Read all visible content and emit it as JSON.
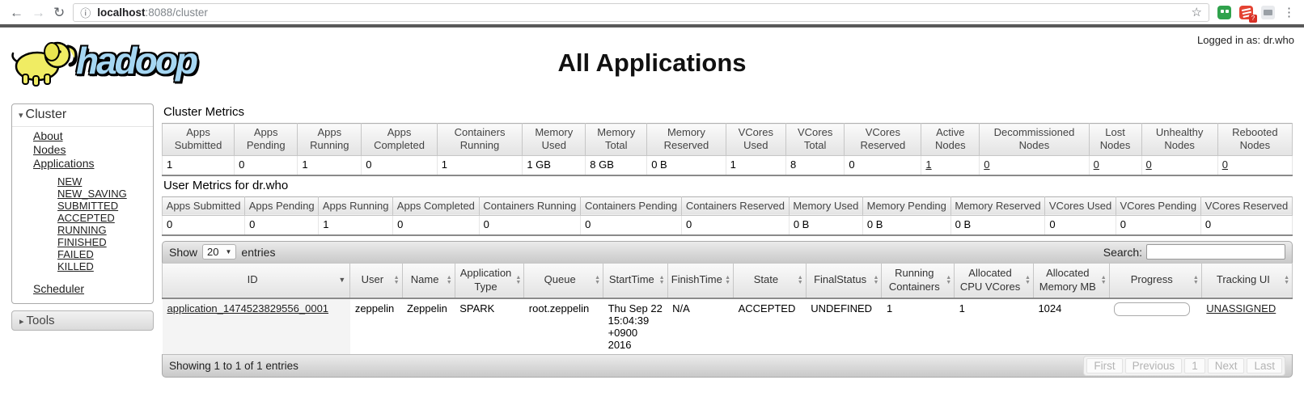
{
  "browser": {
    "url_host": "localhost",
    "url_path": ":8088/cluster",
    "ext_badge": "?"
  },
  "icons": {
    "back": "←",
    "forward": "→",
    "refresh": "↻",
    "info": "ⓘ",
    "star": "☆",
    "menu": "⋮",
    "collapse": "▾",
    "expand": "▸",
    "sort_desc": "▼",
    "sort_asc": "▲",
    "select_arrow": "▼"
  },
  "header": {
    "logo_text": "hadoop",
    "title": "All Applications",
    "logged_in": "Logged in as: dr.who"
  },
  "sidebar": {
    "cluster_section": "Cluster",
    "cluster_links": [
      "About",
      "Nodes",
      "Applications"
    ],
    "app_state_links": [
      "NEW",
      "NEW_SAVING",
      "SUBMITTED",
      "ACCEPTED",
      "RUNNING",
      "FINISHED",
      "FAILED",
      "KILLED"
    ],
    "scheduler_link": "Scheduler",
    "tools_section": "Tools"
  },
  "cluster_metrics": {
    "title": "Cluster Metrics",
    "columns": [
      "Apps Submitted",
      "Apps Pending",
      "Apps Running",
      "Apps Completed",
      "Containers Running",
      "Memory Used",
      "Memory Total",
      "Memory Reserved",
      "VCores Used",
      "VCores Total",
      "VCores Reserved",
      "Active Nodes",
      "Decommissioned Nodes",
      "Lost Nodes",
      "Unhealthy Nodes",
      "Rebooted Nodes"
    ],
    "values": [
      "1",
      "0",
      "1",
      "0",
      "1",
      "1 GB",
      "8 GB",
      "0 B",
      "1",
      "8",
      "0",
      "1",
      "0",
      "0",
      "0",
      "0"
    ],
    "link_columns": [
      11,
      12,
      13,
      14,
      15
    ]
  },
  "user_metrics": {
    "title": "User Metrics for dr.who",
    "columns": [
      "Apps Submitted",
      "Apps Pending",
      "Apps Running",
      "Apps Completed",
      "Containers Running",
      "Containers Pending",
      "Containers Reserved",
      "Memory Used",
      "Memory Pending",
      "Memory Reserved",
      "VCores Used",
      "VCores Pending",
      "VCores Reserved"
    ],
    "values": [
      "0",
      "0",
      "1",
      "0",
      "0",
      "0",
      "0",
      "0 B",
      "0 B",
      "0 B",
      "0",
      "0",
      "0"
    ],
    "link_columns": []
  },
  "apps_table": {
    "show_label": "Show",
    "show_value": "20",
    "entries_label": "entries",
    "search_label": "Search:",
    "search_value": "",
    "columns": [
      "ID",
      "User",
      "Name",
      "Application Type",
      "Queue",
      "StartTime",
      "FinishTime",
      "State",
      "FinalStatus",
      "Running Containers",
      "Allocated CPU VCores",
      "Allocated Memory MB",
      "Progress",
      "Tracking UI"
    ],
    "row": {
      "id": "application_1474523829556_0001",
      "user": "zeppelin",
      "name": "Zeppelin",
      "application_type": "SPARK",
      "queue": "root.zeppelin",
      "start_time": "Thu Sep 22 15:04:39 +0900 2016",
      "finish_time": "N/A",
      "state": "ACCEPTED",
      "final_status": "UNDEFINED",
      "running_containers": "1",
      "allocated_cpu_vcores": "1",
      "allocated_memory_mb": "1024",
      "progress_percent": 0,
      "tracking_ui": "UNASSIGNED"
    },
    "footer": {
      "showing_text": "Showing 1 to 1 of 1 entries",
      "pagination": [
        "First",
        "Previous",
        "1",
        "Next",
        "Last"
      ]
    }
  },
  "colors": {
    "logo_blue": "#a5d6f2",
    "link": "#1f1f1f",
    "toolbar_gray_top": "#ebebeb",
    "toolbar_gray_bottom": "#c9c9c9",
    "header_divider": "#595959",
    "ext_green": "#30a24c",
    "ext_red": "#e44332"
  }
}
